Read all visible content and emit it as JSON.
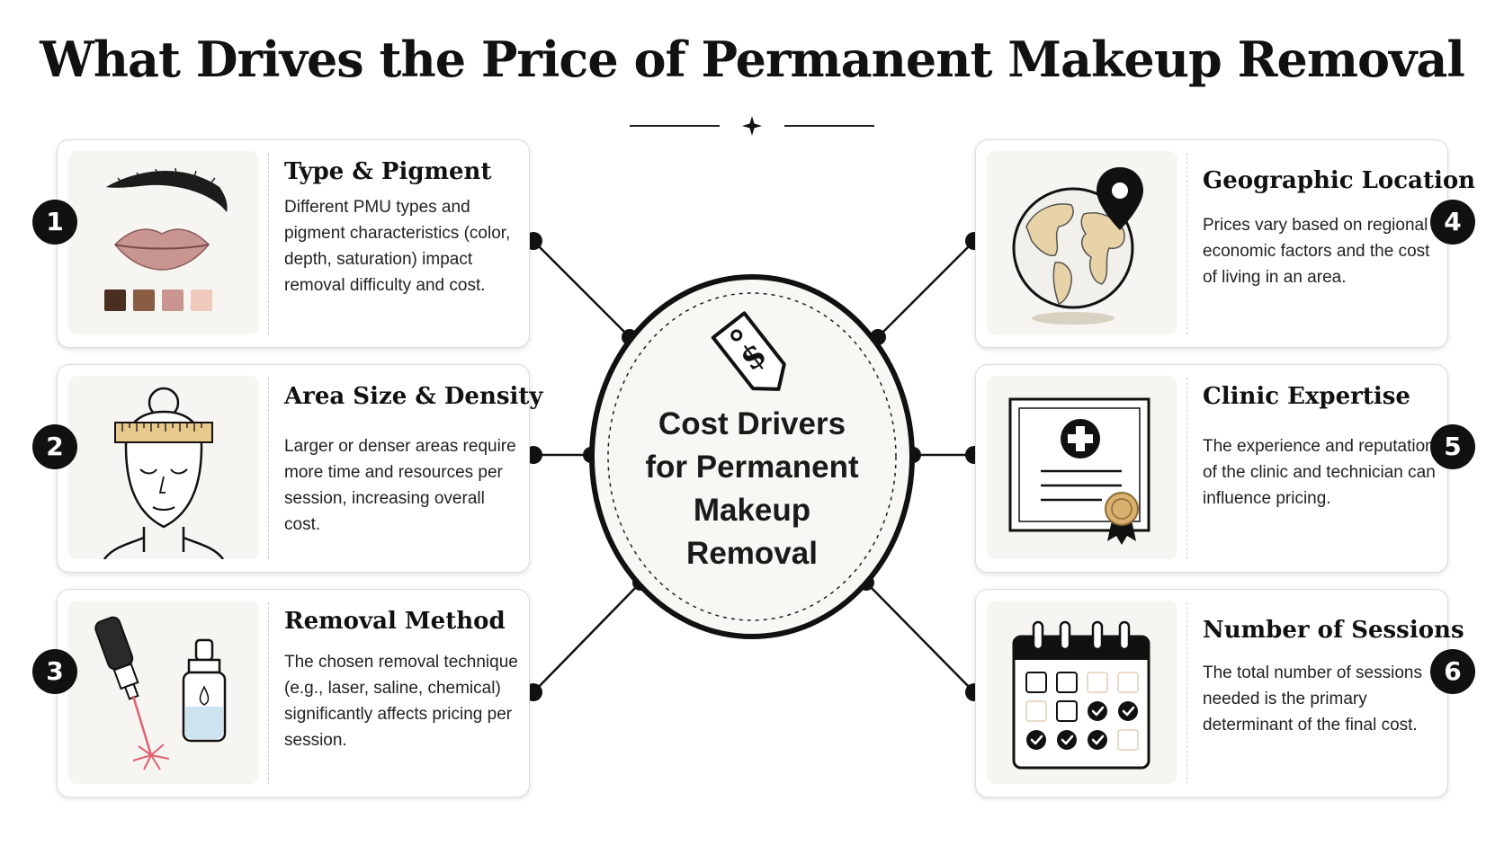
{
  "title": "What Drives the Price of Permanent Makeup Removal",
  "center": {
    "lines": [
      "Cost Drivers",
      "for Permanent",
      "Makeup",
      "Removal"
    ],
    "icon": "price-tag-dollar-icon"
  },
  "factors": [
    {
      "num": "1",
      "title": "Type & Pigment",
      "description": "Different PMU types and pigment characteristics (color, depth, saturation) impact removal difficulty and cost.",
      "icon": "brow-lips-swatches-icon",
      "swatches": [
        "#4a2e22",
        "#8a5c44",
        "#c99590",
        "#efc9bb"
      ]
    },
    {
      "num": "2",
      "title": "Area Size & Density",
      "description": "Larger or denser areas require more time and resources per session, increasing overall cost.",
      "icon": "face-measuring-tape-icon"
    },
    {
      "num": "3",
      "title": "Removal Method",
      "description": "The chosen removal technique (e.g., laser, saline, chemical) significantly affects pricing per session.",
      "icon": "laser-and-dropper-icon"
    },
    {
      "num": "4",
      "title": "Geographic Location",
      "description": "Prices vary based on regional economic factors and the cost of living in an area.",
      "icon": "globe-location-pin-icon"
    },
    {
      "num": "5",
      "title": "Clinic Expertise",
      "description": "The experience and reputation of the clinic and technician can influence pricing.",
      "icon": "medical-certificate-icon"
    },
    {
      "num": "6",
      "title": "Number of Sessions",
      "description": "The total number of sessions needed is the primary determinant of the final cost.",
      "icon": "calendar-checkmarks-icon"
    }
  ],
  "colors": {
    "ink": "#111111",
    "panel": "#f7f5f1",
    "lips": "#c99590",
    "tape": "#e8c98c",
    "seal": "#d9b070",
    "land": "#e8d3a8",
    "ocean": "#f2f0ea"
  }
}
